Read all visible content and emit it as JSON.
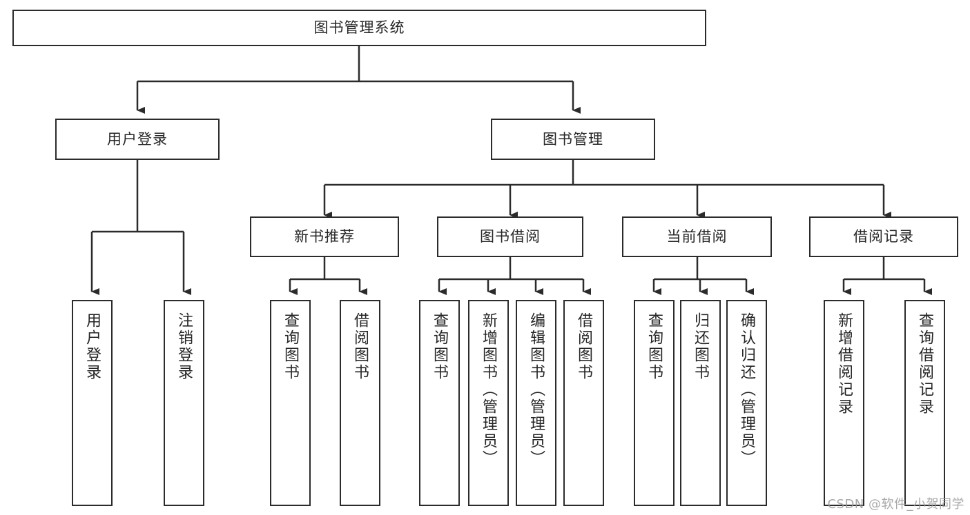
{
  "diagram": {
    "title": "图书管理系统",
    "type": "tree-hierarchy",
    "colors": {
      "box_border": "#2b2b2b",
      "box_fill": "#ffffff",
      "connector": "#2b2b2b",
      "text": "#262626",
      "watermark": "#9a9a9a",
      "background": "#ffffff"
    },
    "root": {
      "label": "图书管理系统"
    },
    "level2": [
      {
        "label": "用户登录"
      },
      {
        "label": "图书管理"
      }
    ],
    "level3": [
      {
        "label": "新书推荐"
      },
      {
        "label": "图书借阅"
      },
      {
        "label": "当前借阅"
      },
      {
        "label": "借阅记录"
      }
    ],
    "leaves": {
      "user_login": [
        {
          "label": "用户登录"
        },
        {
          "label": "注销登录"
        }
      ],
      "new_book_recommend": [
        {
          "label": "查询图书"
        },
        {
          "label": "借阅图书"
        }
      ],
      "book_borrow": [
        {
          "label": "查询图书"
        },
        {
          "label": "新增图书（管理员）"
        },
        {
          "label": "编辑图书（管理员）"
        },
        {
          "label": "借阅图书"
        }
      ],
      "current_borrow": [
        {
          "label": "查询图书"
        },
        {
          "label": "归还图书"
        },
        {
          "label": "确认归还（管理员）"
        }
      ],
      "borrow_record": [
        {
          "label": "新增借阅记录"
        },
        {
          "label": "查询借阅记录"
        }
      ]
    },
    "watermark": "CSDN @软件_小贺同学"
  }
}
